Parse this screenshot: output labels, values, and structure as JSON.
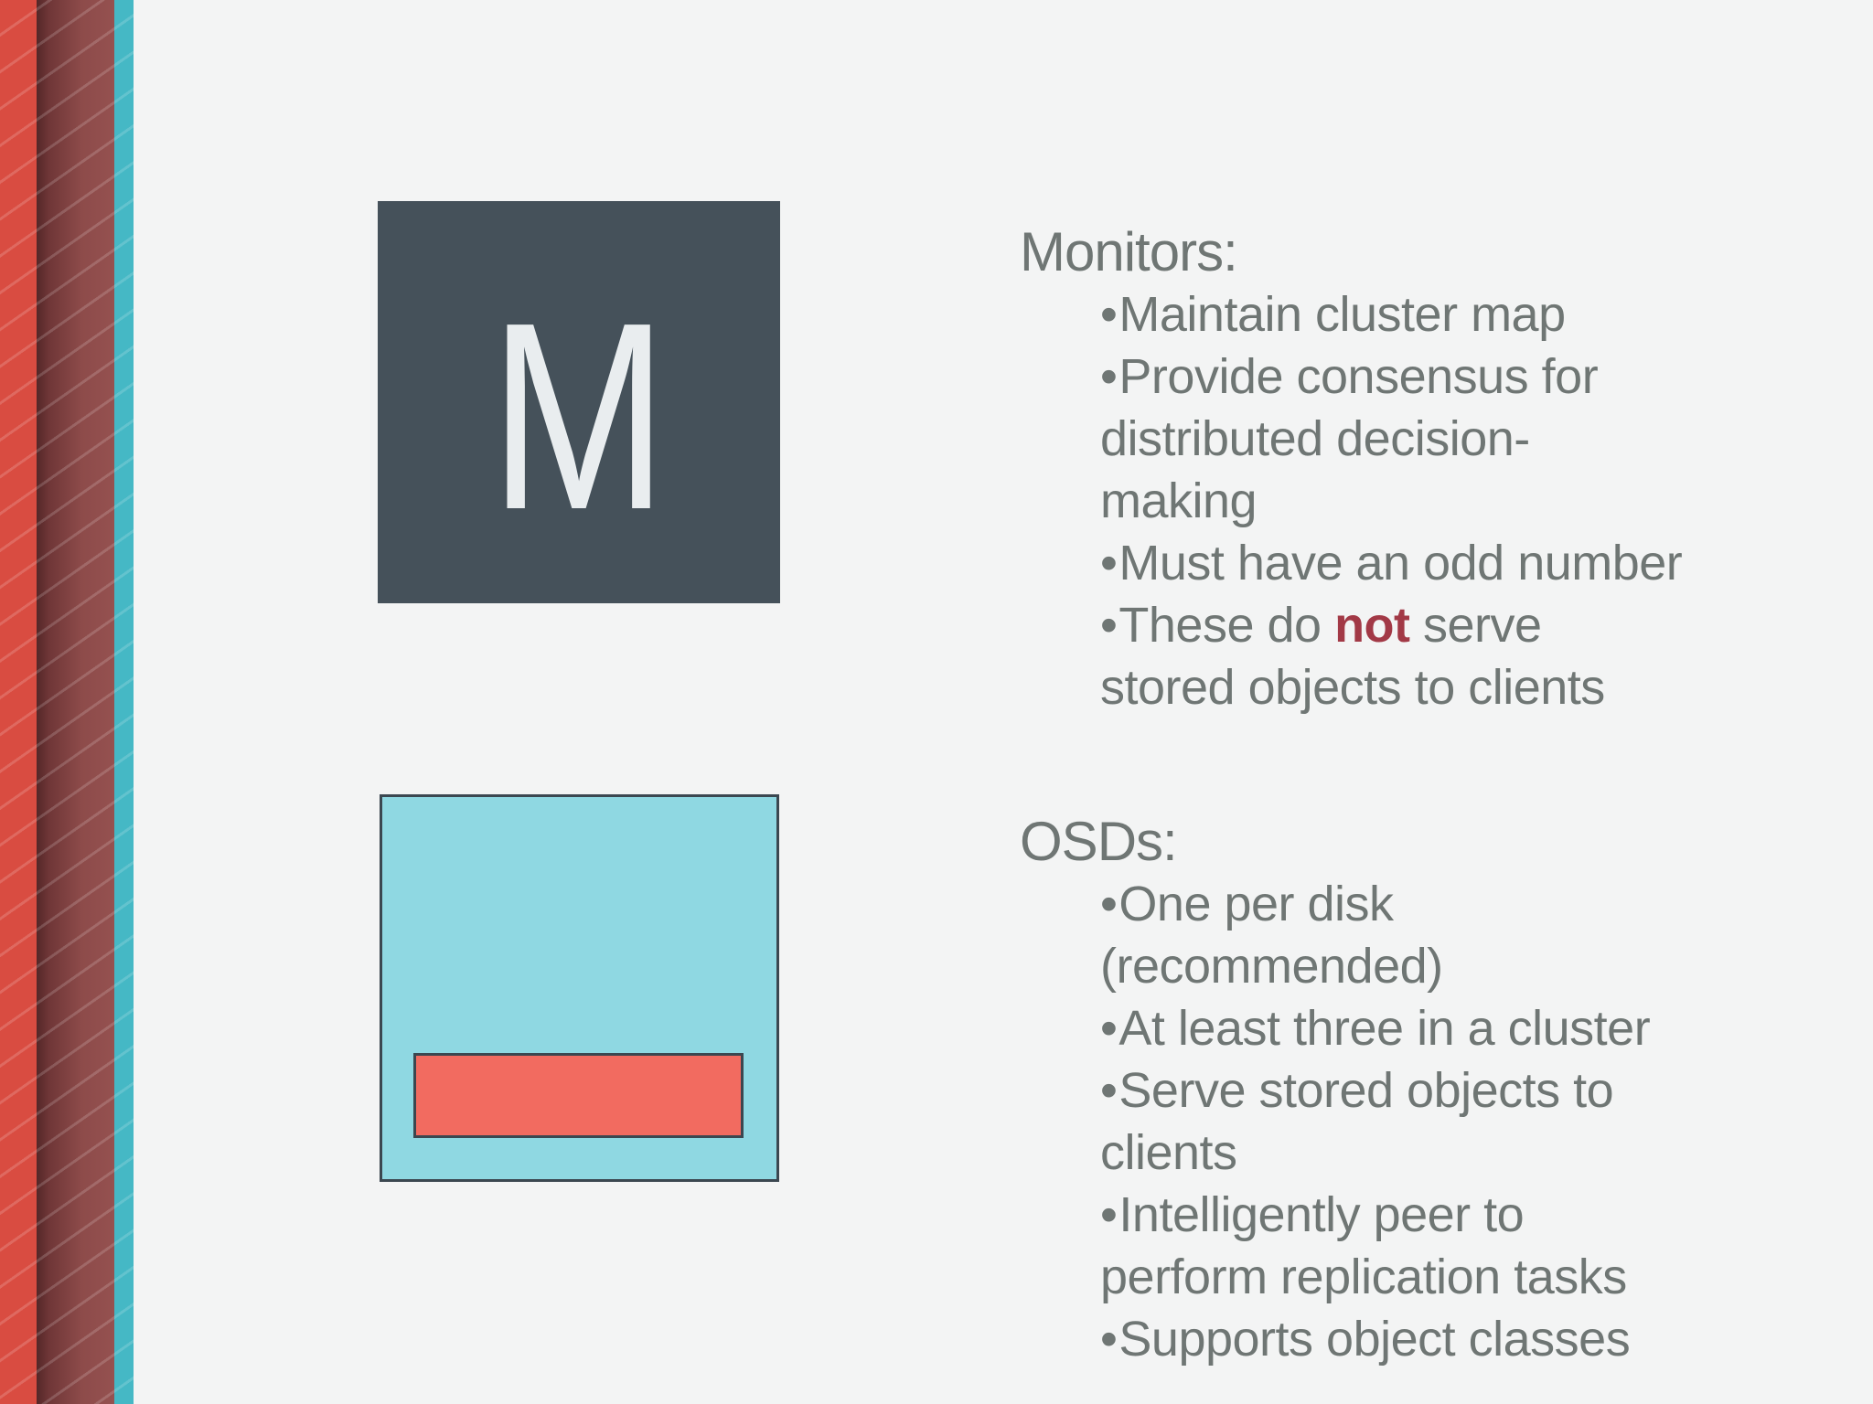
{
  "slide": {
    "background_color": "#f3f4f4",
    "decor_bands": {
      "red": "#d94c41",
      "maroon": "#8d4b4a",
      "maroon_shadow": "#542728",
      "teal": "#45b8c5",
      "stripe_highlight": "rgba(255,255,255,0.16)"
    },
    "tiles": {
      "monitor": {
        "letter": "M",
        "bg": "#45515a",
        "letter_color": "#e9edef"
      },
      "osd": {
        "bg": "#8fd8e2",
        "border": "#3b4750",
        "disk_bg": "#f26b60"
      }
    },
    "text_color": "#6f7674",
    "emphasis_color": "#a23946",
    "bullet_char": "•",
    "sections": [
      {
        "heading": "Monitors:",
        "bullets": [
          {
            "lines": [
              [
                {
                  "t": "Maintain cluster map"
                }
              ]
            ]
          },
          {
            "lines": [
              [
                {
                  "t": "Provide consensus for"
                }
              ],
              [
                {
                  "t": "distributed decision-"
                }
              ],
              [
                {
                  "t": "making"
                }
              ]
            ]
          },
          {
            "lines": [
              [
                {
                  "t": "Must have an odd number"
                }
              ]
            ]
          },
          {
            "lines": [
              [
                {
                  "t": "These do "
                },
                {
                  "t": "not",
                  "em": true
                },
                {
                  "t": " serve"
                }
              ],
              [
                {
                  "t": "stored objects to clients"
                }
              ]
            ]
          }
        ]
      },
      {
        "heading": "OSDs:",
        "bullets": [
          {
            "lines": [
              [
                {
                  "t": "One per disk"
                }
              ],
              [
                {
                  "t": "(recommended)"
                }
              ]
            ]
          },
          {
            "lines": [
              [
                {
                  "t": "At least three in a cluster"
                }
              ]
            ]
          },
          {
            "lines": [
              [
                {
                  "t": "Serve stored objects to"
                }
              ],
              [
                {
                  "t": "clients"
                }
              ]
            ]
          },
          {
            "lines": [
              [
                {
                  "t": "Intelligently peer to"
                }
              ],
              [
                {
                  "t": "perform replication tasks"
                }
              ]
            ]
          },
          {
            "lines": [
              [
                {
                  "t": "Supports object classes"
                }
              ]
            ]
          }
        ]
      }
    ]
  }
}
